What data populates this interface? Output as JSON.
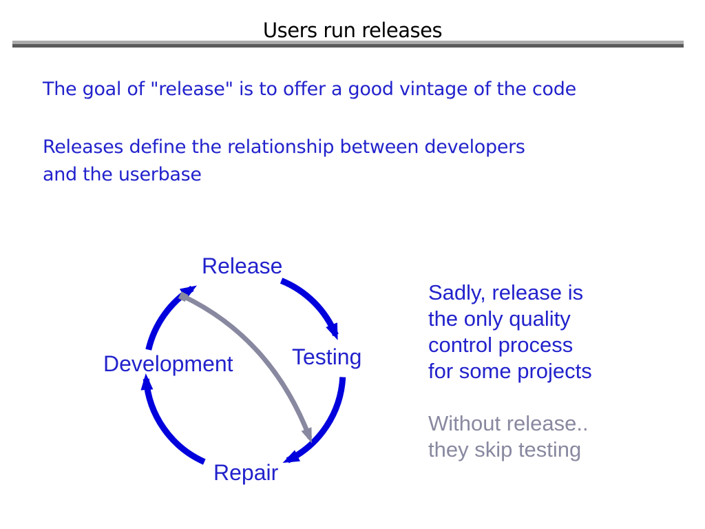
{
  "slide": {
    "title": "Users run releases",
    "paragraph1": "The goal of \"release\" is to offer a good vintage of the code",
    "paragraph2": "Releases define the relationship between developers\nand the userbase"
  },
  "diagram": {
    "type": "cycle",
    "nodes": [
      {
        "label": "Release"
      },
      {
        "label": "Testing"
      },
      {
        "label": "Repair"
      },
      {
        "label": "Development"
      }
    ],
    "cycle_order": [
      "Release",
      "Testing",
      "Repair",
      "Development"
    ],
    "shortcut_arrow": {
      "from": "Release",
      "to": "Repair"
    }
  },
  "notes": {
    "blue_note": "Sadly, release is\nthe only quality\ncontrol process\nfor some projects",
    "gray_note": "Without release..\nthey skip testing"
  },
  "colors": {
    "title_text": "#000000",
    "body_blue": "#2222cc",
    "arrow_blue": "#0000dd",
    "shortcut_gray": "#8888a0",
    "rule_light": "#ababab",
    "rule_dark": "#5a5a5a"
  }
}
